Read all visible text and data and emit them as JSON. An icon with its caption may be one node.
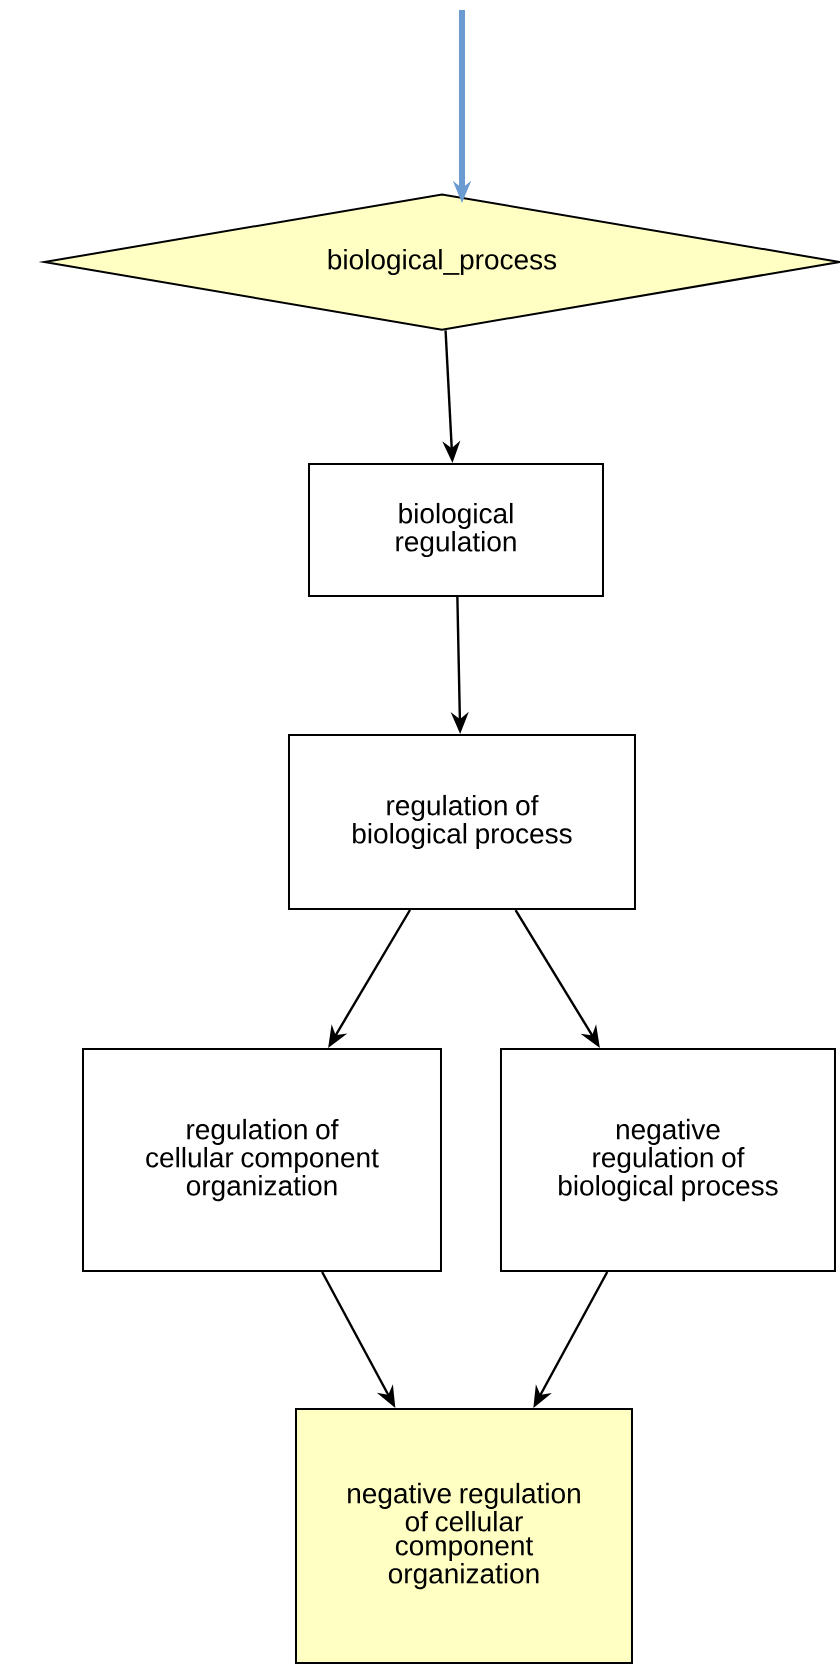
{
  "diagram": {
    "nodes": [
      {
        "text": [
          "biological_process"
        ]
      },
      {
        "text": [
          "biological regulation"
        ]
      },
      {
        "text": [
          "regulation of biological process"
        ]
      },
      {
        "text": [
          "regulation of cellular component organization"
        ]
      },
      {
        "text": [
          "negative regulation of biological process"
        ]
      },
      {
        "text": [
          "negative regulation of cellular component organization"
        ]
      }
    ],
    "edges": [
      {
        "from": null,
        "to": 0,
        "arrow": "to",
        "style": "thick",
        "color": "#6a9bd1"
      },
      {
        "from": 0,
        "to": 1,
        "arrow": "to"
      },
      {
        "from": 1,
        "to": 2,
        "arrow": "to"
      },
      {
        "from": 2,
        "to": 3,
        "arrow": "to"
      },
      {
        "from": 2,
        "to": 4,
        "arrow": "to"
      },
      {
        "from": 3,
        "to": 5,
        "arrow": "to"
      },
      {
        "from": 4,
        "to": 5,
        "arrow": "to"
      }
    ]
  }
}
